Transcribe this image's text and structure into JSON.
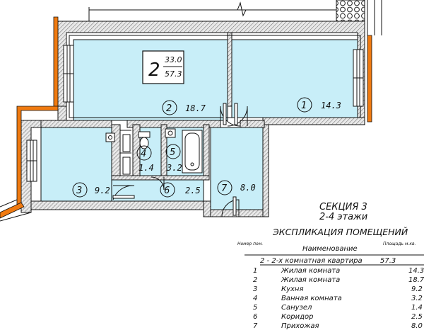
{
  "apartment": {
    "rooms_count": "2",
    "living_area": "33.0",
    "total_area": "57.3"
  },
  "rooms": [
    {
      "num": "1",
      "area": "14.3"
    },
    {
      "num": "2",
      "area": "18.7"
    },
    {
      "num": "3",
      "area": "9.2"
    },
    {
      "num": "4",
      "area": "1.4"
    },
    {
      "num": "5",
      "area": "3.2"
    },
    {
      "num": "6",
      "area": "2.5"
    },
    {
      "num": "7",
      "area": "8.0"
    }
  ],
  "section": {
    "title": "СЕКЦИЯ 3",
    "floors": "2-4 этажи"
  },
  "explication": {
    "title": "ЭКСПЛИКАЦИЯ ПОМЕЩЕНИЙ",
    "header": {
      "num": "Номер пом.",
      "name": "Наименование",
      "area": "Площадь м.кв."
    },
    "apartment_row": {
      "name": "2 - 2-х комнатная квартира",
      "area": "57.3"
    },
    "rows": [
      {
        "num": "1",
        "name": "Жилая комната",
        "area": "14.3"
      },
      {
        "num": "2",
        "name": "Жилая комната",
        "area": "18.7"
      },
      {
        "num": "3",
        "name": "Кухня",
        "area": "9.2"
      },
      {
        "num": "4",
        "name": "Ванная комната",
        "area": "3.2"
      },
      {
        "num": "5",
        "name": "Санузел",
        "area": "1.4"
      },
      {
        "num": "6",
        "name": "Коридор",
        "area": "2.5"
      },
      {
        "num": "7",
        "name": "Прихожая",
        "area": "8.0"
      }
    ]
  },
  "colors": {
    "room_fill": "#c8eef8",
    "wall_fill": "#e6e6e6",
    "insulation": "#f07a10",
    "line": "#111111"
  }
}
